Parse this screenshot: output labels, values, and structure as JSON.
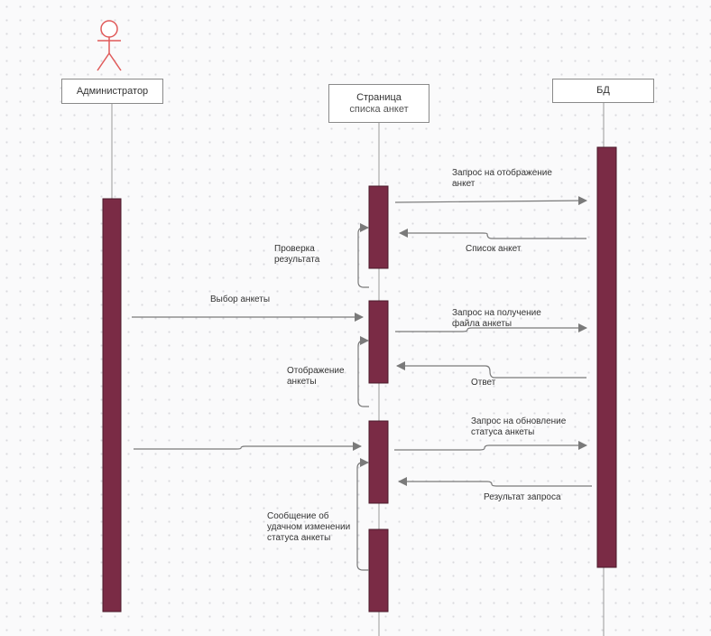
{
  "participants": {
    "admin": {
      "label": "Администратор"
    },
    "page": {
      "label_line1": "Страница",
      "label_line2": "списка анкет"
    },
    "db": {
      "label": "БД"
    }
  },
  "messages": [
    {
      "id": "req-display",
      "text": "Запрос на отображение\nанкет"
    },
    {
      "id": "list",
      "text": "Список анкет"
    },
    {
      "id": "check",
      "text": "Проверка\nрезультата"
    },
    {
      "id": "choose",
      "text": "Выбор анкеты"
    },
    {
      "id": "req-file",
      "text": "Запрос на получение\nфайла анкеты"
    },
    {
      "id": "show",
      "text": "Отображение\nанкеты"
    },
    {
      "id": "answer",
      "text": "Ответ"
    },
    {
      "id": "req-update",
      "text": "Запрос на обновление\nстатуса анкеты"
    },
    {
      "id": "result",
      "text": "Результат запроса"
    },
    {
      "id": "success",
      "text": "Сообщение об\nудачном изменении\nстатуса анкеты"
    }
  ],
  "colors": {
    "activation": "#7a2b45",
    "actor": "#e05a5a",
    "lifeline": "#9a9a9a",
    "arrow": "#7a7a7a"
  }
}
